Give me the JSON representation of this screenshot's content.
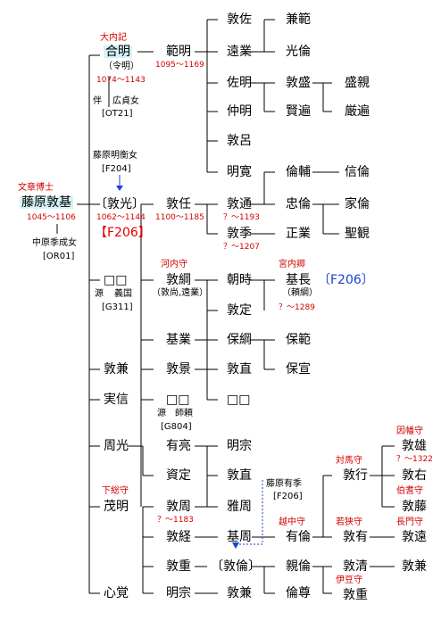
{
  "colors": {
    "line": "#000000",
    "title": "#d40000",
    "link": "#1c3fd6",
    "highlight": "#d6f3f7"
  },
  "nodes": {
    "atsumoto": "藤原敦基",
    "atsumoto_title": "文章博士",
    "atsumoto_dates": "1045〜1106",
    "atsumoto_wife": "中原季成女",
    "atsumoto_wife_ref": "[OR01]",
    "ariake": "合明",
    "ariake_title": "大内記",
    "ariake_alt": "（令明）",
    "ariake_dates": "1074〜1143",
    "ariake_mother_a": "伴",
    "ariake_mother_b": "広貞女",
    "ariake_mother_ref": "[OT21]",
    "akimitsu_mother": "藤原明衡女",
    "akimitsu_mother_ref": "[F204]",
    "atsumitsu": "〔敦光〕",
    "atsumitsu_dates": "1062〜1144",
    "atsumitsu_ref": "【F206】",
    "blank1": "□□",
    "blank1_a": "源",
    "blank1_b": "義国",
    "blank1_ref": "[G311]",
    "atsukane": "敦兼",
    "sanenobu": "実信",
    "shukou": "周光",
    "shigeaki": "茂明",
    "shigeaki_title": "下総守",
    "shinkaku": "心覚",
    "noriaki": "範明",
    "noriaki_dates": "1095〜1169",
    "atsutou": "敦任",
    "atsutou_dates": "1100〜1185",
    "atsutsuna": "敦綱",
    "atsutsuna_title": "河内守",
    "atsutsuna_alt": "（敦尚,遠業）",
    "motonari": "基業",
    "atsukage": "敦景",
    "blank2": "□□",
    "blank2_a": "源",
    "blank2_b": "師頼",
    "blank2_ref": "[G804]",
    "arisuke": "有亮",
    "sukesada": "資定",
    "atsuchika": "敦周",
    "atsuchika_dates": "？〜1183",
    "atsutsune": "敦経",
    "atsushige": "敦重",
    "akimune": "明宗",
    "atsusuke": "敦佐",
    "toonari": "遠業",
    "sukeaki": "佐明",
    "nakaaki": "仲明",
    "atsuro": "敦呂",
    "meikan": "明寛",
    "atsumichi": "敦通",
    "atsumichi_dates": "？〜1193",
    "atsusue": "敦季",
    "atsusue_dates": "？〜1207",
    "tomotoki": "朝時",
    "atsusada": "敦定",
    "yasutsuna": "保綱",
    "atsunao": "敦直",
    "blank3": "□□",
    "akimune2": "明宗",
    "atsunao2": "敦直",
    "masaaki": "雅周",
    "motochika": "基周",
    "atsunori": "〔敦倫〕",
    "atsukane2": "敦兼",
    "kanenori": "兼範",
    "mitsunori": "光倫",
    "atsumori": "敦盛",
    "kenhen": "賢遍",
    "norisuke": "倫輔",
    "tadanori": "忠倫",
    "masanari": "正業",
    "motonaga": "基長",
    "motonaga_title": "宮内卿",
    "motonaga_alt": "（頼綱）",
    "motonaga_dates": "？〜1289",
    "motonaga_ref": "〔F206〕",
    "yasunori": "保範",
    "yasunobu": "保宣",
    "arisue_note": "藤原有季",
    "arisue_ref": "[F206]",
    "arinori": "有倫",
    "arinori_title": "越中守",
    "shinnori": "親倫",
    "noritaka": "倫尊",
    "moritika": "盛親",
    "genhen": "厳遍",
    "nobunori": "信倫",
    "ienori": "家倫",
    "seikan": "聖観",
    "atsuyuki": "敦行",
    "atsuyuki_title": "対馬守",
    "atsuari": "敦有",
    "atsuari_title": "若狭守",
    "atsukiyo": "敦清",
    "atsushige2": "敦重",
    "atsushige2_title": "伊豆守",
    "atsuo": "敦雄",
    "atsuo_title": "因幡守",
    "atsuo_dates": "？〜1322",
    "atsuu": "敦右",
    "atsufuji": "敦藤",
    "atsufuji_title": "伯耆守",
    "atsutoo": "敦遠",
    "atsutoo_title": "長門守",
    "atsukane3": "敦兼"
  }
}
